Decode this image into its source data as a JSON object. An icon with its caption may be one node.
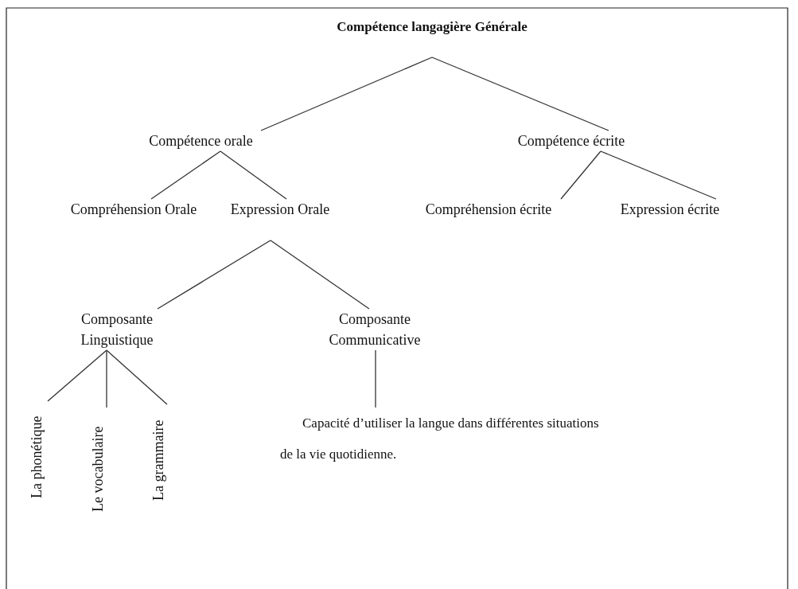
{
  "diagram": {
    "nodes": [
      {
        "text": [
          "Compétence langagière Générale"
        ]
      },
      {
        "text": [
          "Compétence orale"
        ]
      },
      {
        "text": [
          "Compétence écrite"
        ]
      },
      {
        "text": [
          "Compréhension Orale"
        ]
      },
      {
        "text": [
          "Expression Orale"
        ]
      },
      {
        "text": [
          "Compréhension écrite"
        ]
      },
      {
        "text": [
          "Expression écrite"
        ]
      },
      {
        "text": [
          "Composante Linguistique"
        ]
      },
      {
        "text": [
          "Composante Communicative"
        ]
      },
      {
        "text": [
          "La phonétique"
        ]
      },
      {
        "text": [
          "Le vocabulaire"
        ]
      },
      {
        "text": [
          "La grammaire"
        ]
      },
      {
        "text": [
          "Capacité d’utiliser la langue dans différentes situations de la vie quotidienne."
        ]
      }
    ],
    "edges": [
      {
        "from": 0,
        "to": 1,
        "arrow": "none"
      },
      {
        "from": 0,
        "to": 2,
        "arrow": "none"
      },
      {
        "from": 1,
        "to": 3,
        "arrow": "none"
      },
      {
        "from": 1,
        "to": 4,
        "arrow": "none"
      },
      {
        "from": 2,
        "to": 5,
        "arrow": "none"
      },
      {
        "from": 2,
        "to": 6,
        "arrow": "none"
      },
      {
        "from": 4,
        "to": 7,
        "arrow": "none"
      },
      {
        "from": 4,
        "to": 8,
        "arrow": "none"
      },
      {
        "from": 7,
        "to": 9,
        "arrow": "none"
      },
      {
        "from": 7,
        "to": 10,
        "arrow": "none"
      },
      {
        "from": 7,
        "to": 11,
        "arrow": "none"
      },
      {
        "from": 8,
        "to": 12,
        "arrow": "none"
      }
    ]
  }
}
